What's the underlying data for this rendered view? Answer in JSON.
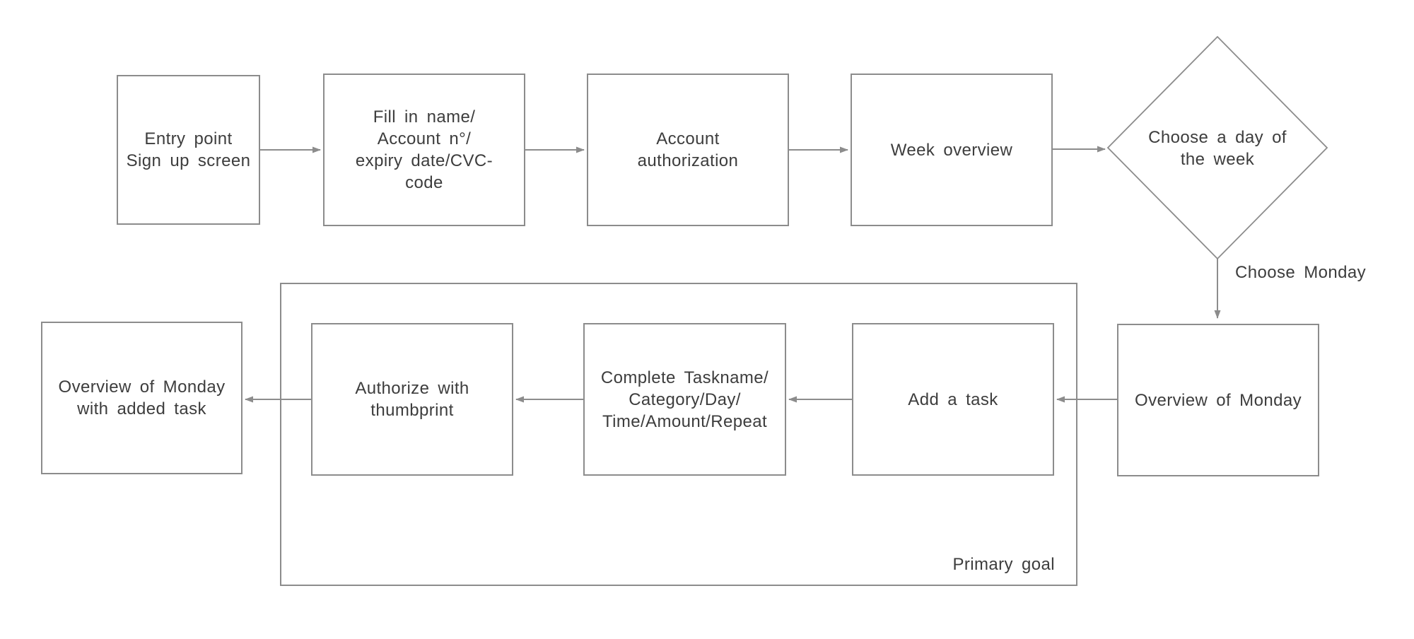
{
  "colors": {
    "line": "#8c8c8c",
    "text": "#3d3d3d",
    "background": "#ffffff"
  },
  "nodes": {
    "entry": {
      "label": "Entry point\nSign up screen"
    },
    "fill_details": {
      "label": "Fill in name/\nAccount n°/\nexpiry date/CVC-\ncode"
    },
    "account_auth": {
      "label": "Account\nauthorization"
    },
    "week_overview": {
      "label": "Week overview"
    },
    "choose_day": {
      "label": "Choose a day of\nthe week"
    },
    "overview_monday": {
      "label": "Overview of Monday"
    },
    "add_task": {
      "label": "Add a task"
    },
    "complete_task": {
      "label": "Complete Taskname/\nCategory/Day/\nTime/Amount/Repeat"
    },
    "authorize": {
      "label": "Authorize with\nthumbprint"
    },
    "overview_added": {
      "label": "Overview of Monday\nwith added task"
    }
  },
  "labels": {
    "choose_monday": "Choose Monday",
    "primary_goal": "Primary goal"
  }
}
